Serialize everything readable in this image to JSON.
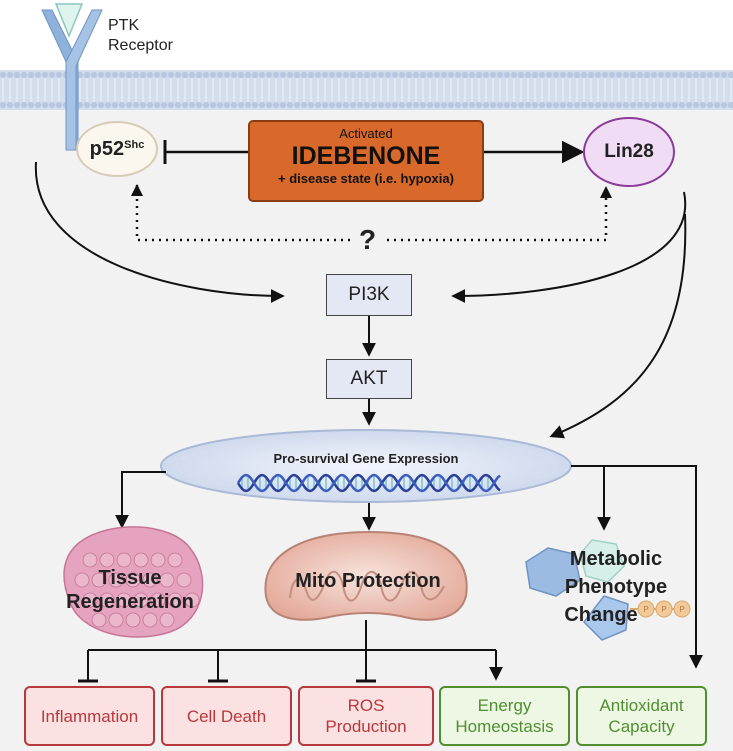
{
  "receptor": {
    "name_line1": "PTK",
    "name_line2": "Receptor"
  },
  "p52": {
    "label": "p52",
    "superscript": "Shc"
  },
  "idebenone": {
    "line1": "Activated",
    "line2": "IDEBENONE",
    "line3": "+ disease state  (i.e. hypoxia)"
  },
  "lin28": {
    "label": "Lin28"
  },
  "question": "?",
  "pi3k": "PI3K",
  "akt": "AKT",
  "nucleus": {
    "label": "Pro-survival Gene Expression"
  },
  "tissue": {
    "line1": "Tissue",
    "line2": "Regeneration"
  },
  "mito": {
    "label": "Mito Protection"
  },
  "metabolic": {
    "line1": "Metabolic",
    "line2": "Phenotype",
    "line3": "Change",
    "phosphate": "P"
  },
  "outcomes": {
    "inflammation": "Inflammation",
    "cell_death": "Cell Death",
    "ros_line1": "ROS",
    "ros_line2": "Production",
    "energy_line1": "Energy",
    "energy_line2": "Homeostasis",
    "antiox_line1": "Antioxidant",
    "antiox_line2": "Capacity"
  },
  "colors": {
    "membrane": "#c5d3e6",
    "cytoplasm": "#f2f2f2",
    "idebenone": "#d9692a",
    "lin28": "#f1dcf5",
    "inhibitory": "#b8383b",
    "activating": "#4f8f30"
  }
}
